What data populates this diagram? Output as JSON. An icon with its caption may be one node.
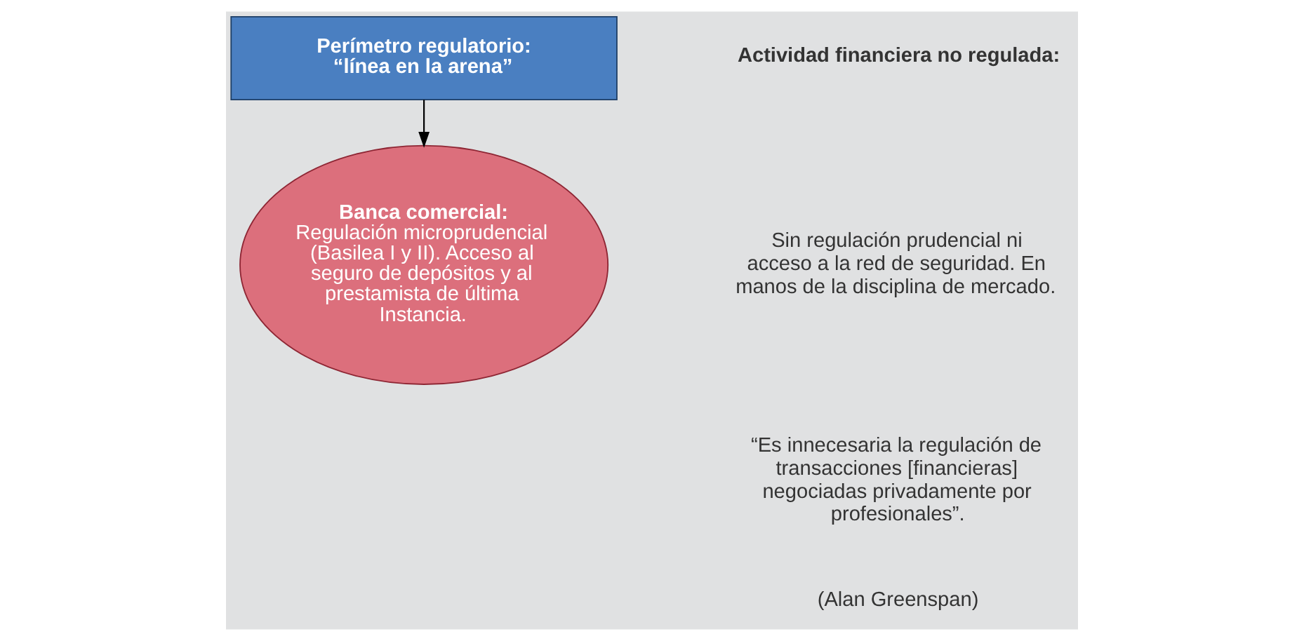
{
  "diagram": {
    "nodes": [
      {
        "text": [
          "Perímetro regulatorio: “línea en la arena”"
        ]
      },
      {
        "text": [
          "Banca comercial:",
          "Regulación microprudencial (Basilea I y II). Acceso al seguro de depósitos y al prestamista de última Instancia."
        ]
      }
    ],
    "edges": [
      {
        "from": 0,
        "to": 1,
        "arrow": "to"
      }
    ],
    "labels": [
      "Actividad financiera no regulada:",
      "Sin regulación prudencial ni acceso a la red de seguridad. En manos de la disciplina de mercado.",
      "“Es innecesaria la regulación de transacciones [financieras] negociadas privadamente por profesionales”.",
      "(Alan Greenspan)"
    ]
  }
}
